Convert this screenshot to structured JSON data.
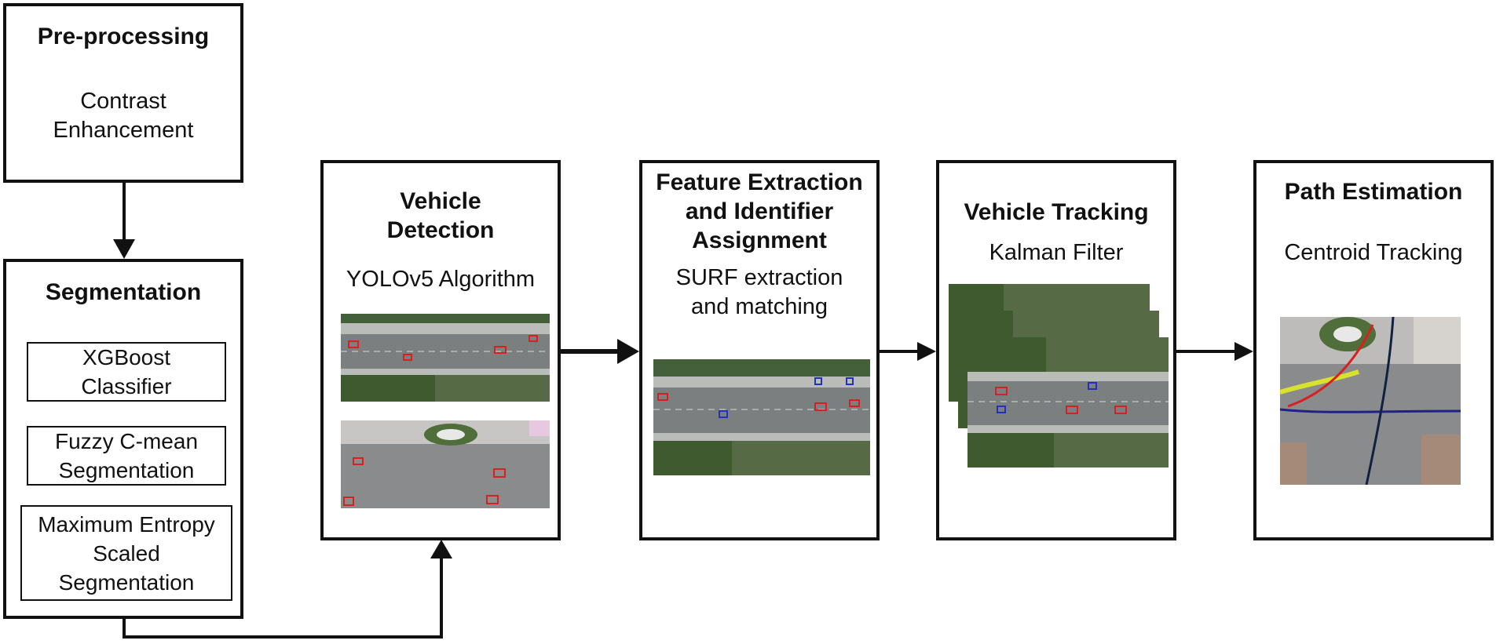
{
  "preprocessing": {
    "title": "Pre-processing",
    "subtitle": "Contrast\nEnhancement"
  },
  "segmentation": {
    "title": "Segmentation",
    "methods": [
      "XGBoost\nClassifier",
      "Fuzzy C-mean\nSegmentation",
      "Maximum Entropy\nScaled\nSegmentation"
    ]
  },
  "detection": {
    "title": "Vehicle\nDetection",
    "subtitle": "YOLOv5 Algorithm"
  },
  "features": {
    "title": "Feature Extraction\nand Identifier\nAssignment",
    "subtitle": "SURF extraction\nand matching"
  },
  "tracking": {
    "title": "Vehicle Tracking",
    "subtitle": "Kalman Filter"
  },
  "path": {
    "title": "Path Estimation",
    "subtitle": "Centroid Tracking"
  },
  "colors": {
    "stroke": "#111111",
    "road": "#7c7f80",
    "water": "#566b45",
    "trees": "#3f5a2e",
    "vehicle_box": "#d82020"
  }
}
